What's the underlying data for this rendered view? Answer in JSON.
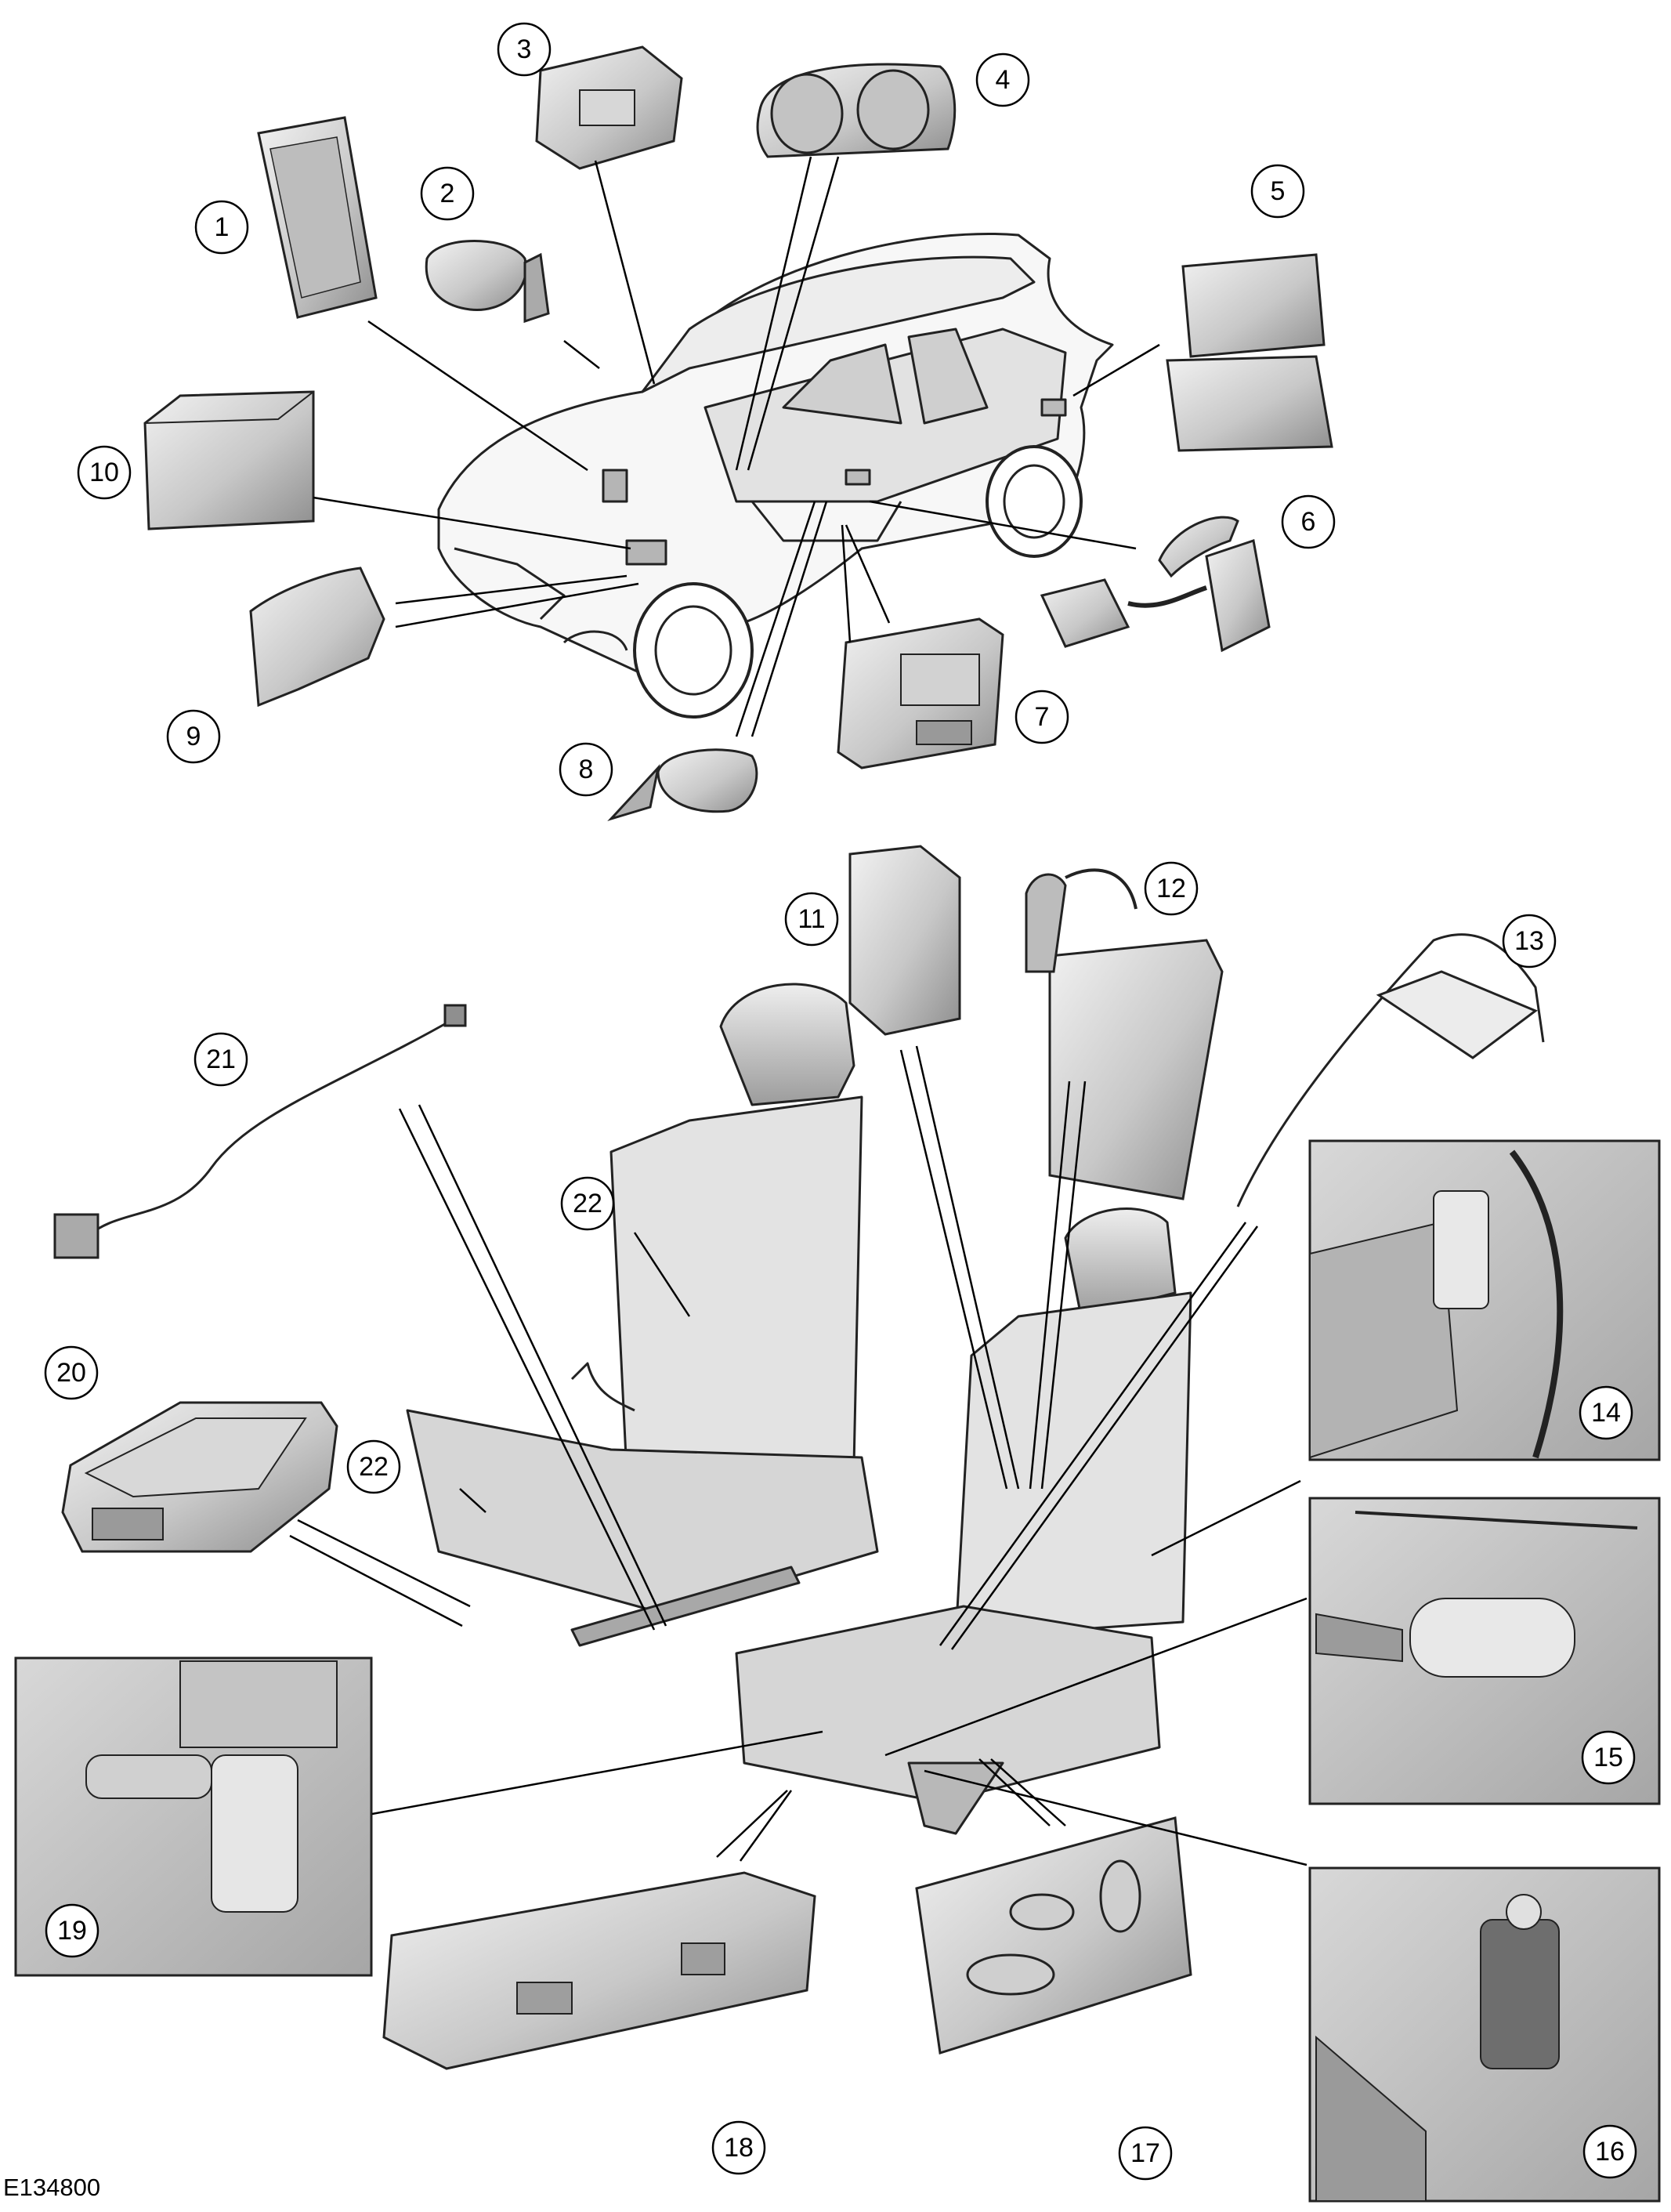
{
  "document_id": "E134800",
  "callouts": [
    "1",
    "2",
    "3",
    "4",
    "5",
    "6",
    "7",
    "8",
    "9",
    "10",
    "11",
    "12",
    "13",
    "14",
    "15",
    "16",
    "17",
    "18",
    "19",
    "20",
    "21",
    "22",
    "22"
  ],
  "palette": {
    "part_fill": "#cfcfcf",
    "part_dark": "#9a9a9a",
    "part_light": "#ececec",
    "stroke": "#222222",
    "leader": "#000000"
  }
}
